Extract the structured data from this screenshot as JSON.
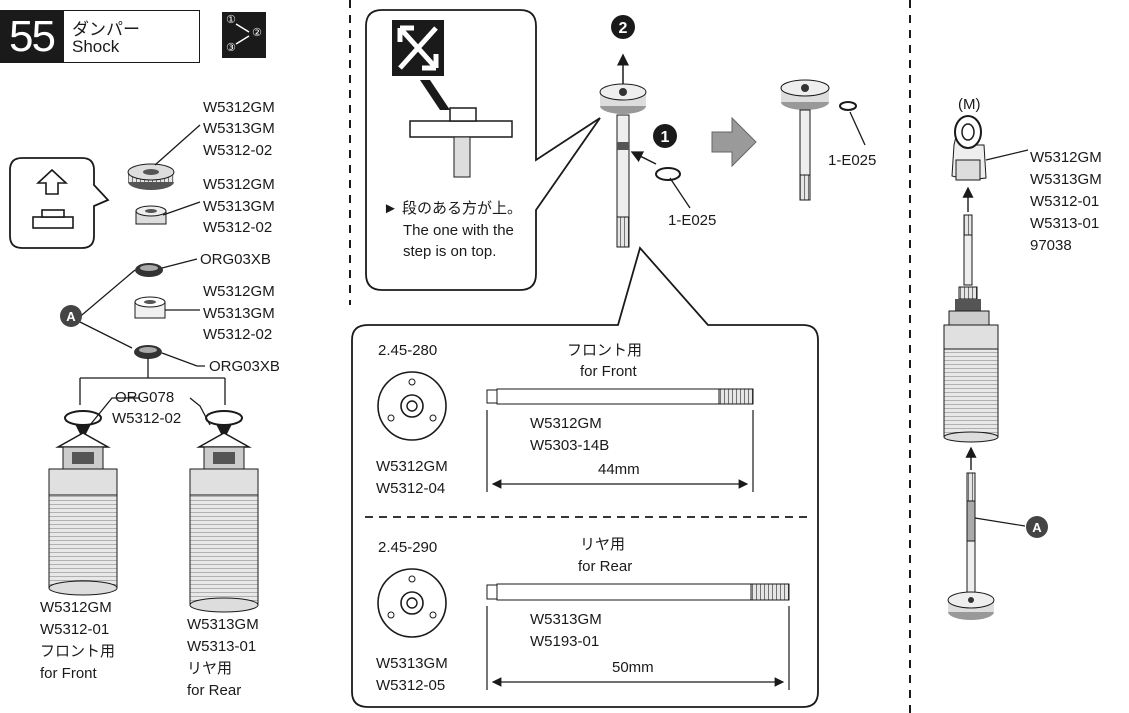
{
  "header": {
    "step_number": "55",
    "title_jp": "ダンパー",
    "title_en": "Shock",
    "sequence_icon": {
      "n1": "①",
      "n2": "②",
      "n3": "③"
    }
  },
  "left_section": {
    "cap_parts": [
      "W5312GM",
      "W5313GM",
      "W5312-02"
    ],
    "spacer_parts": [
      "W5312GM",
      "W5313GM",
      "W5312-02"
    ],
    "oring_top": "ORG03XB",
    "collar_parts": [
      "W5312GM",
      "W5313GM",
      "W5312-02"
    ],
    "oring_bottom": "ORG03XB",
    "marker": "A",
    "eclip_parts": [
      "ORG078",
      "W5312-02"
    ],
    "front_body": [
      "W5312GM",
      "W5312-01",
      "フロント用",
      "for Front"
    ],
    "rear_body": [
      "W5313GM",
      "W5313-01",
      "リヤ用",
      "for Rear"
    ]
  },
  "middle_section": {
    "callout_note_jp": "► 段のある方が上。",
    "callout_note_en": [
      "The one with the",
      "step is on top."
    ],
    "step1_marker": "❶",
    "step2_marker": "❷",
    "eclip_label_1": "1-E025",
    "eclip_label_2": "1-E025",
    "front_spec": {
      "piston_size": "2.45-280",
      "piston_parts": [
        "W5312GM",
        "W5312-04"
      ],
      "title_jp": "フロント用",
      "title_en": "for Front",
      "shaft_parts": [
        "W5312GM",
        "W5303-14B"
      ],
      "length": "44mm"
    },
    "rear_spec": {
      "piston_size": "2.45-290",
      "piston_parts": [
        "W5313GM",
        "W5312-05"
      ],
      "title_jp": "リヤ用",
      "title_en": "for Rear",
      "shaft_parts": [
        "W5313GM",
        "W5193-01"
      ],
      "length": "50mm"
    }
  },
  "right_section": {
    "m_label": "(M)",
    "rod_end_parts": [
      "W5312GM",
      "W5313GM",
      "W5312-01",
      "W5313-01",
      "97038"
    ],
    "marker": "A"
  }
}
